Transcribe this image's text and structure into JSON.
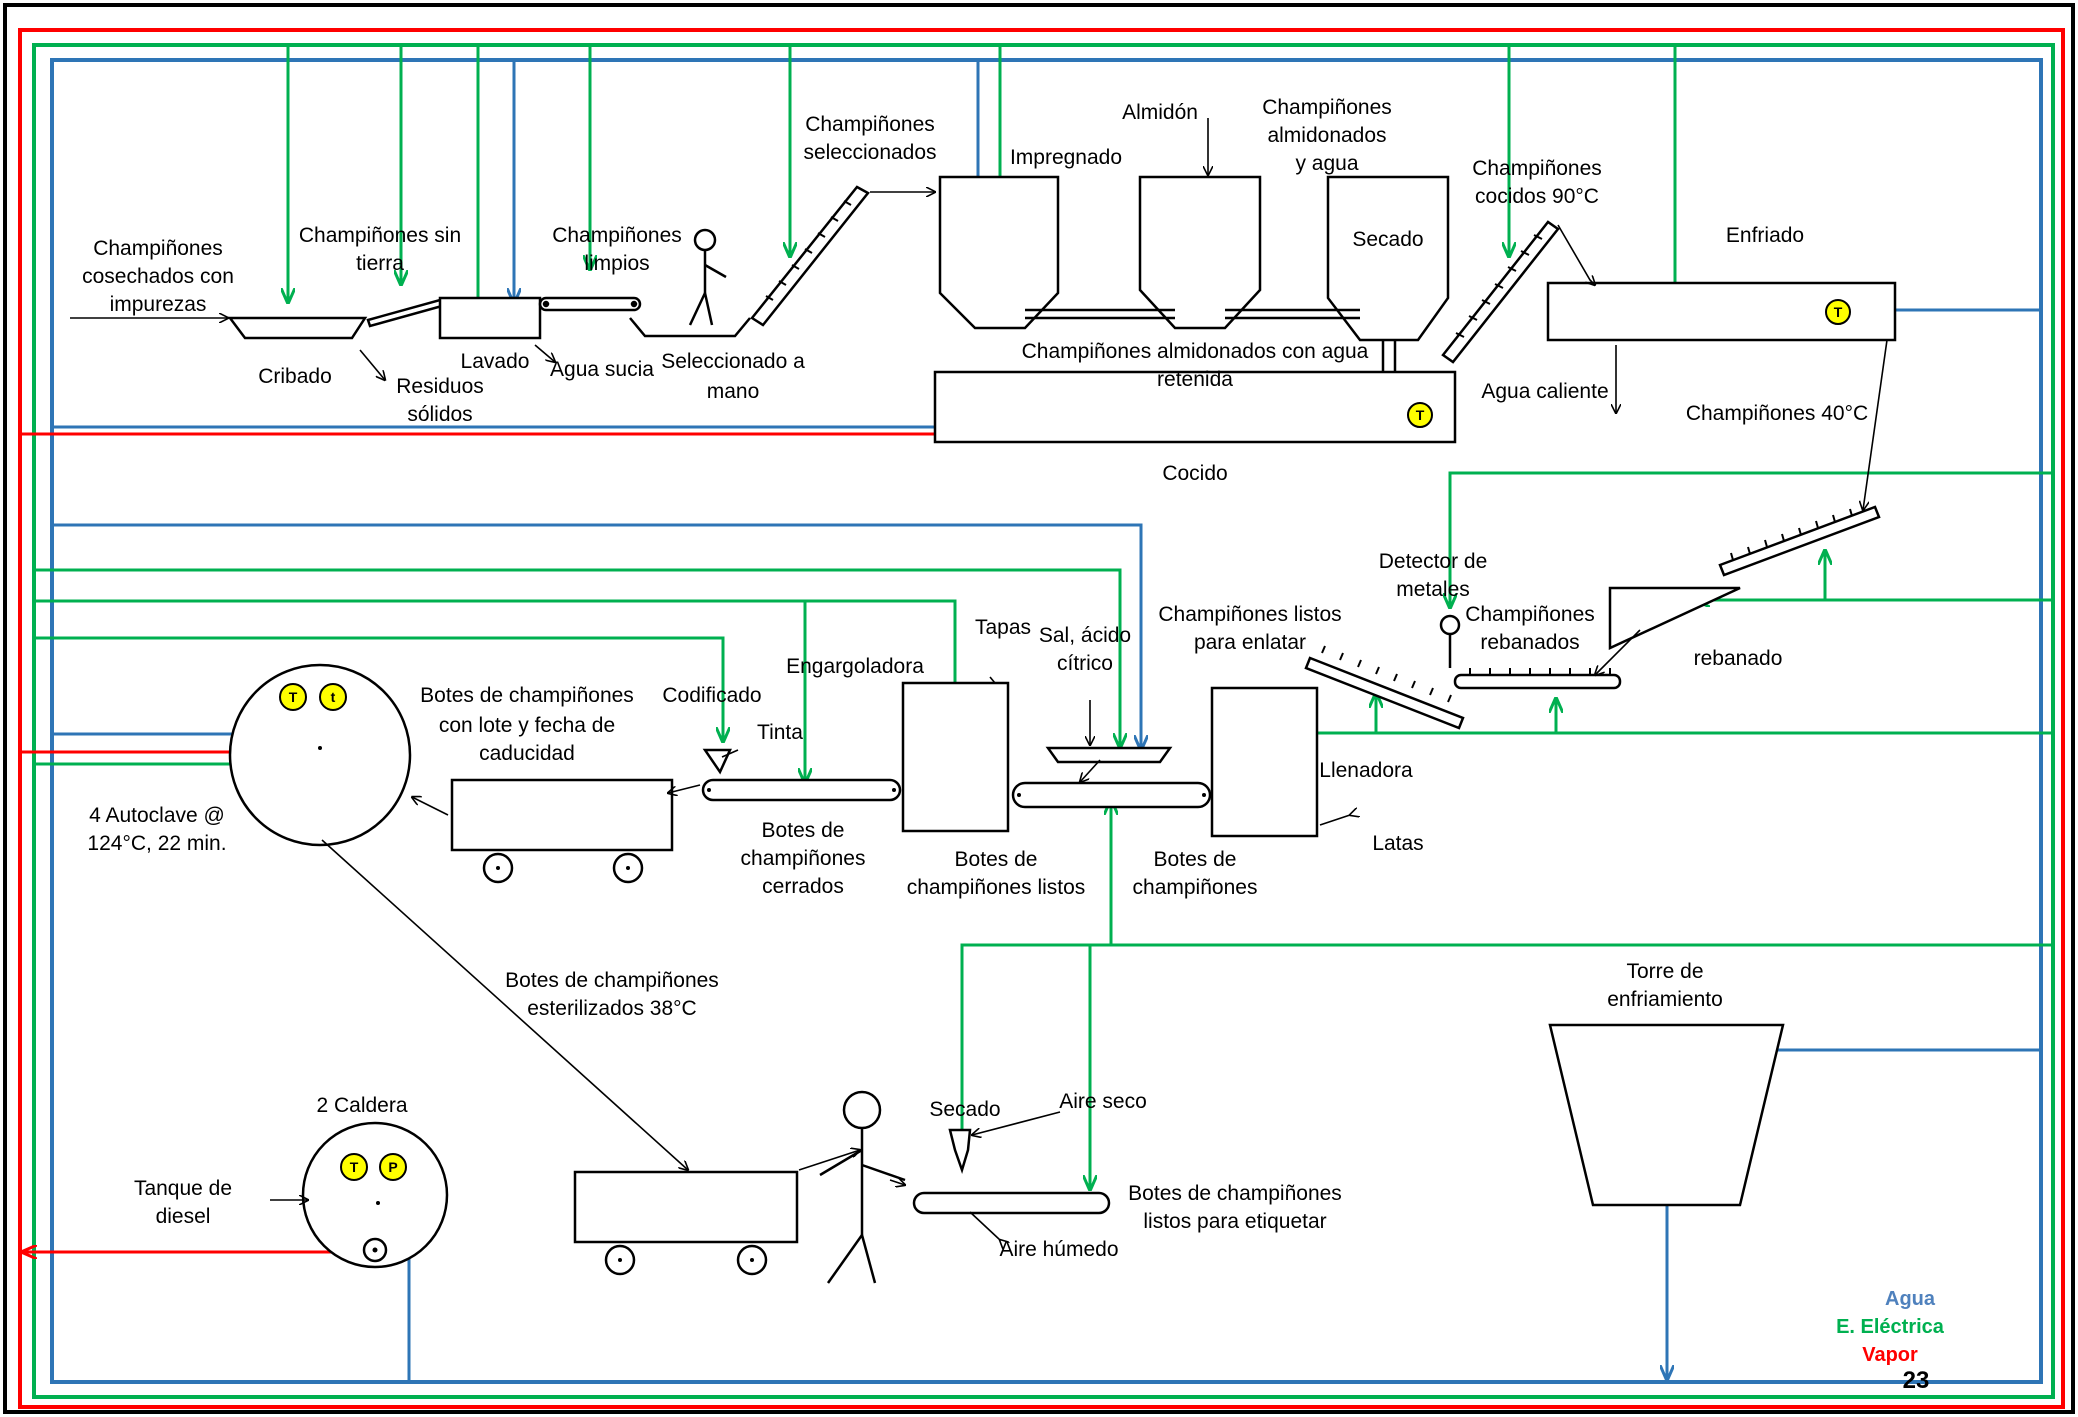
{
  "colors": {
    "agua": "#2e75b6",
    "electrica": "#00b050",
    "vapor": "#ff0000",
    "indicator": "#ffff00",
    "legend_agua": "#4f81bd"
  },
  "labels": {
    "cosechados": [
      "Champiñones",
      "cosechados con",
      "impurezas"
    ],
    "cribado": "Cribado",
    "sin_tierra": [
      "Champiñones sin",
      "tierra"
    ],
    "residuos": [
      "Residuos",
      "sólidos"
    ],
    "lavado": "Lavado",
    "agua_sucia": "Agua sucia",
    "limpios": [
      "Champiñones",
      "limpios"
    ],
    "seleccionado": [
      "Seleccionado a",
      "mano"
    ],
    "seleccionados": [
      "Champiñones",
      "seleccionados"
    ],
    "impregnado": "Impregnado",
    "almidon": "Almidón",
    "almidonados": [
      "Champiñones",
      "almidonados",
      "y agua"
    ],
    "secado_top": "Secado",
    "retenida": [
      "Champiñones almidonados con agua",
      "retenida"
    ],
    "cocido": "Cocido",
    "cocidos": [
      "Champiñones",
      "cocidos 90°C"
    ],
    "enfriado": "Enfriado",
    "agua_caliente": "Agua caliente",
    "ch40": "Champiñones 40°C",
    "detector": [
      "Detector de",
      "metales"
    ],
    "rebanados": [
      "Champiñones",
      "rebanados"
    ],
    "rebanado": "rebanado",
    "listos_enlatar": [
      "Champiñones listos",
      "para enlatar"
    ],
    "llenadora": "Llenadora",
    "latas": "Latas",
    "botes": [
      "Botes de",
      "champiñones"
    ],
    "sal": [
      "Sal, ácido",
      "cítrico"
    ],
    "tapas": "Tapas",
    "engargoladora": "Engargoladora",
    "botes_listos": [
      "Botes de",
      "champiñones listos"
    ],
    "codificado": "Codificado",
    "tinta": "Tinta",
    "botes_cerrados": [
      "Botes de",
      "champiñones",
      "cerrados"
    ],
    "botes_lote": [
      "Botes de champiñones",
      "con lote y fecha de",
      "caducidad"
    ],
    "autoclave": [
      "4 Autoclave @",
      "124°C, 22 min."
    ],
    "esterilizados": [
      "Botes de champiñones",
      "esterilizados 38°C"
    ],
    "caldera": "2 Caldera",
    "tanque": [
      "Tanque de",
      "diesel"
    ],
    "secado_bottom": "Secado",
    "aire_seco": "Aire seco",
    "aire_humedo": "Aire húmedo",
    "etiquetar": [
      "Botes de champiñones",
      "listos para etiquetar"
    ],
    "torre": [
      "Torre de",
      "enfriamiento"
    ]
  },
  "indicators": {
    "t_upper": "T",
    "t_lower": "t",
    "p": "P"
  },
  "legend": {
    "agua": "Agua",
    "electrica": "E. Eléctrica",
    "vapor": "Vapor"
  },
  "page_number": "23"
}
